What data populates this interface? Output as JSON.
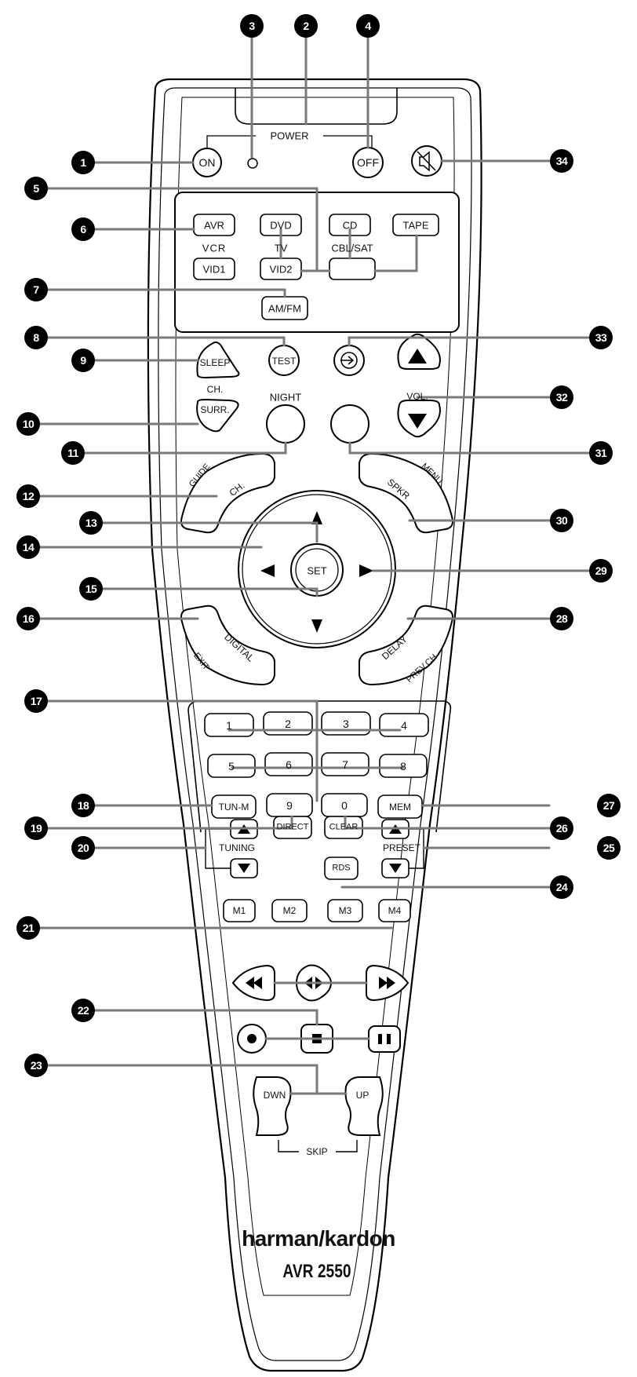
{
  "power": {
    "label": "POWER",
    "on": "ON",
    "off": "OFF"
  },
  "source_buttons": {
    "avr": "AVR",
    "dvd": "DVD",
    "cd": "CD",
    "tape": "TAPE",
    "vcr": "VCR",
    "tv": "TV",
    "cbl_sat": "CBL/SAT",
    "vid1": "VID1",
    "vid2": "VID2",
    "am_fm": "AM/FM"
  },
  "controls": {
    "test": "TEST",
    "sleep": "SLEEP",
    "ch": "CH.",
    "surr": "SURR.",
    "night": "NIGHT",
    "vol": "VOL."
  },
  "arc_buttons": {
    "guide": "GUIDE",
    "ch": "CH.",
    "menu": "MENU",
    "spkr": "SPKR",
    "digital": "DIGITAL",
    "exit": "EXIT",
    "delay": "DELAY",
    "prev_ch": "PREV.CH"
  },
  "nav": {
    "set": "SET"
  },
  "keypad": {
    "keys": [
      "1",
      "2",
      "3",
      "4",
      "5",
      "6",
      "7",
      "8",
      "9",
      "0"
    ],
    "tun_m": "TUN-M",
    "mem": "MEM",
    "direct": "DIRECT",
    "clear": "CLEAR",
    "rds": "RDS",
    "tuning": "TUNING",
    "preset": "PRESET",
    "memory": [
      "M1",
      "M2",
      "M3",
      "M4"
    ]
  },
  "skip": {
    "down": "DWN",
    "up": "UP",
    "label": "SKIP"
  },
  "brand": {
    "name": "harman/kardon",
    "model": "AVR 2550"
  },
  "callouts": [
    "1",
    "2",
    "3",
    "4",
    "5",
    "6",
    "7",
    "8",
    "9",
    "10",
    "11",
    "12",
    "13",
    "14",
    "15",
    "16",
    "17",
    "18",
    "19",
    "20",
    "21",
    "22",
    "23",
    "24",
    "25",
    "26",
    "27",
    "28",
    "29",
    "30",
    "31",
    "32",
    "33",
    "34"
  ]
}
